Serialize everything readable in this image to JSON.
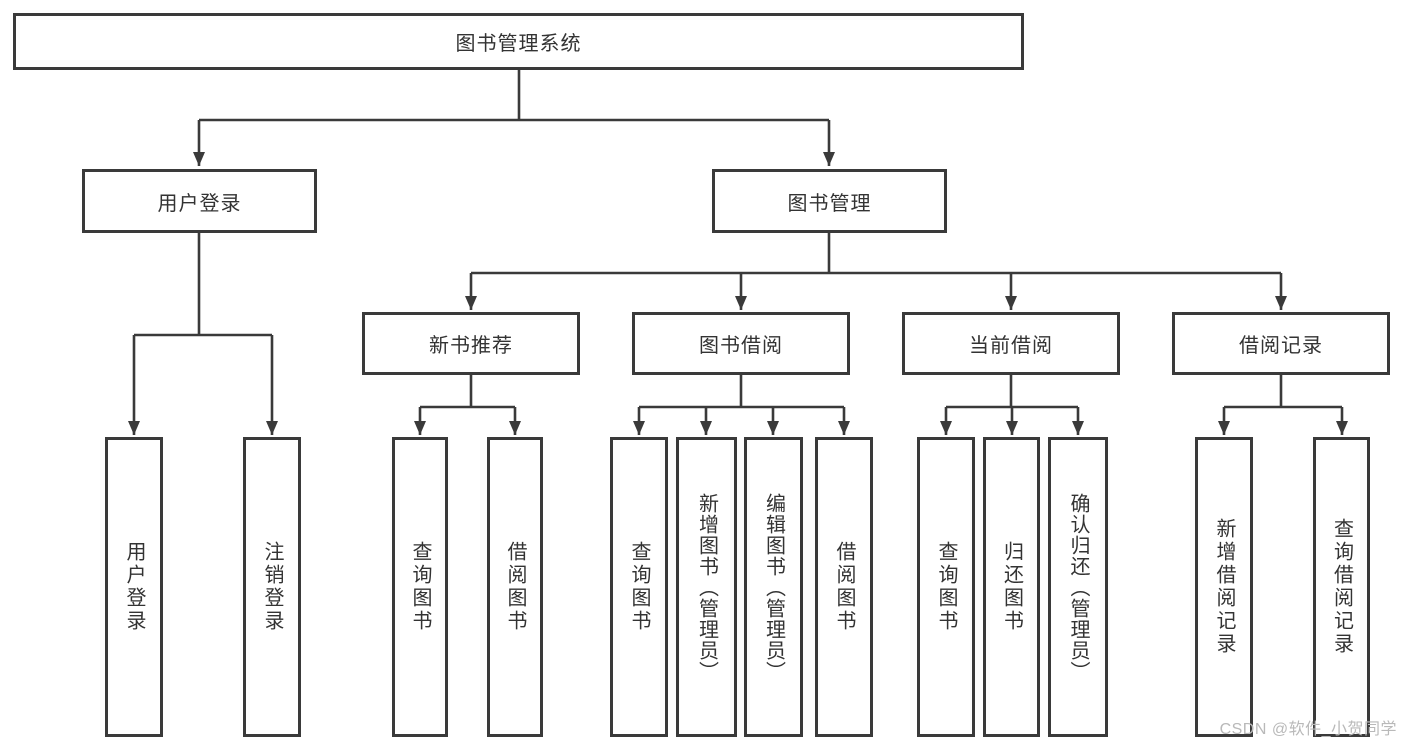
{
  "diagram": {
    "root": {
      "label": "图书管理系统"
    },
    "level2": {
      "user_login": {
        "label": "用户登录"
      },
      "book_mgmt": {
        "label": "图书管理"
      }
    },
    "level3": {
      "new_books": {
        "label": "新书推荐"
      },
      "book_borrow": {
        "label": "图书借阅"
      },
      "current_borrow": {
        "label": "当前借阅"
      },
      "borrow_records": {
        "label": "借阅记录"
      }
    },
    "leaves": {
      "user_login_leaf": "用户登录",
      "logout": "注销登录",
      "nb_query": "查询图书",
      "nb_borrow": "借阅图书",
      "bb_query": "查询图书",
      "bb_add": "新增图书（管理员）",
      "bb_edit": "编辑图书（管理员）",
      "bb_borrow": "借阅图书",
      "cb_query": "查询图书",
      "cb_return": "归还图书",
      "cb_confirm": "确认归还（管理员）",
      "br_add": "新增借阅记录",
      "br_query": "查询借阅记录"
    }
  },
  "watermark": {
    "text": "CSDN @软件_小贺同学"
  },
  "colors": {
    "line": "#3a3a3a",
    "border": "#3a3a3a",
    "text": "#333333",
    "background": "#ffffff",
    "watermark": "#b9b9b9"
  }
}
